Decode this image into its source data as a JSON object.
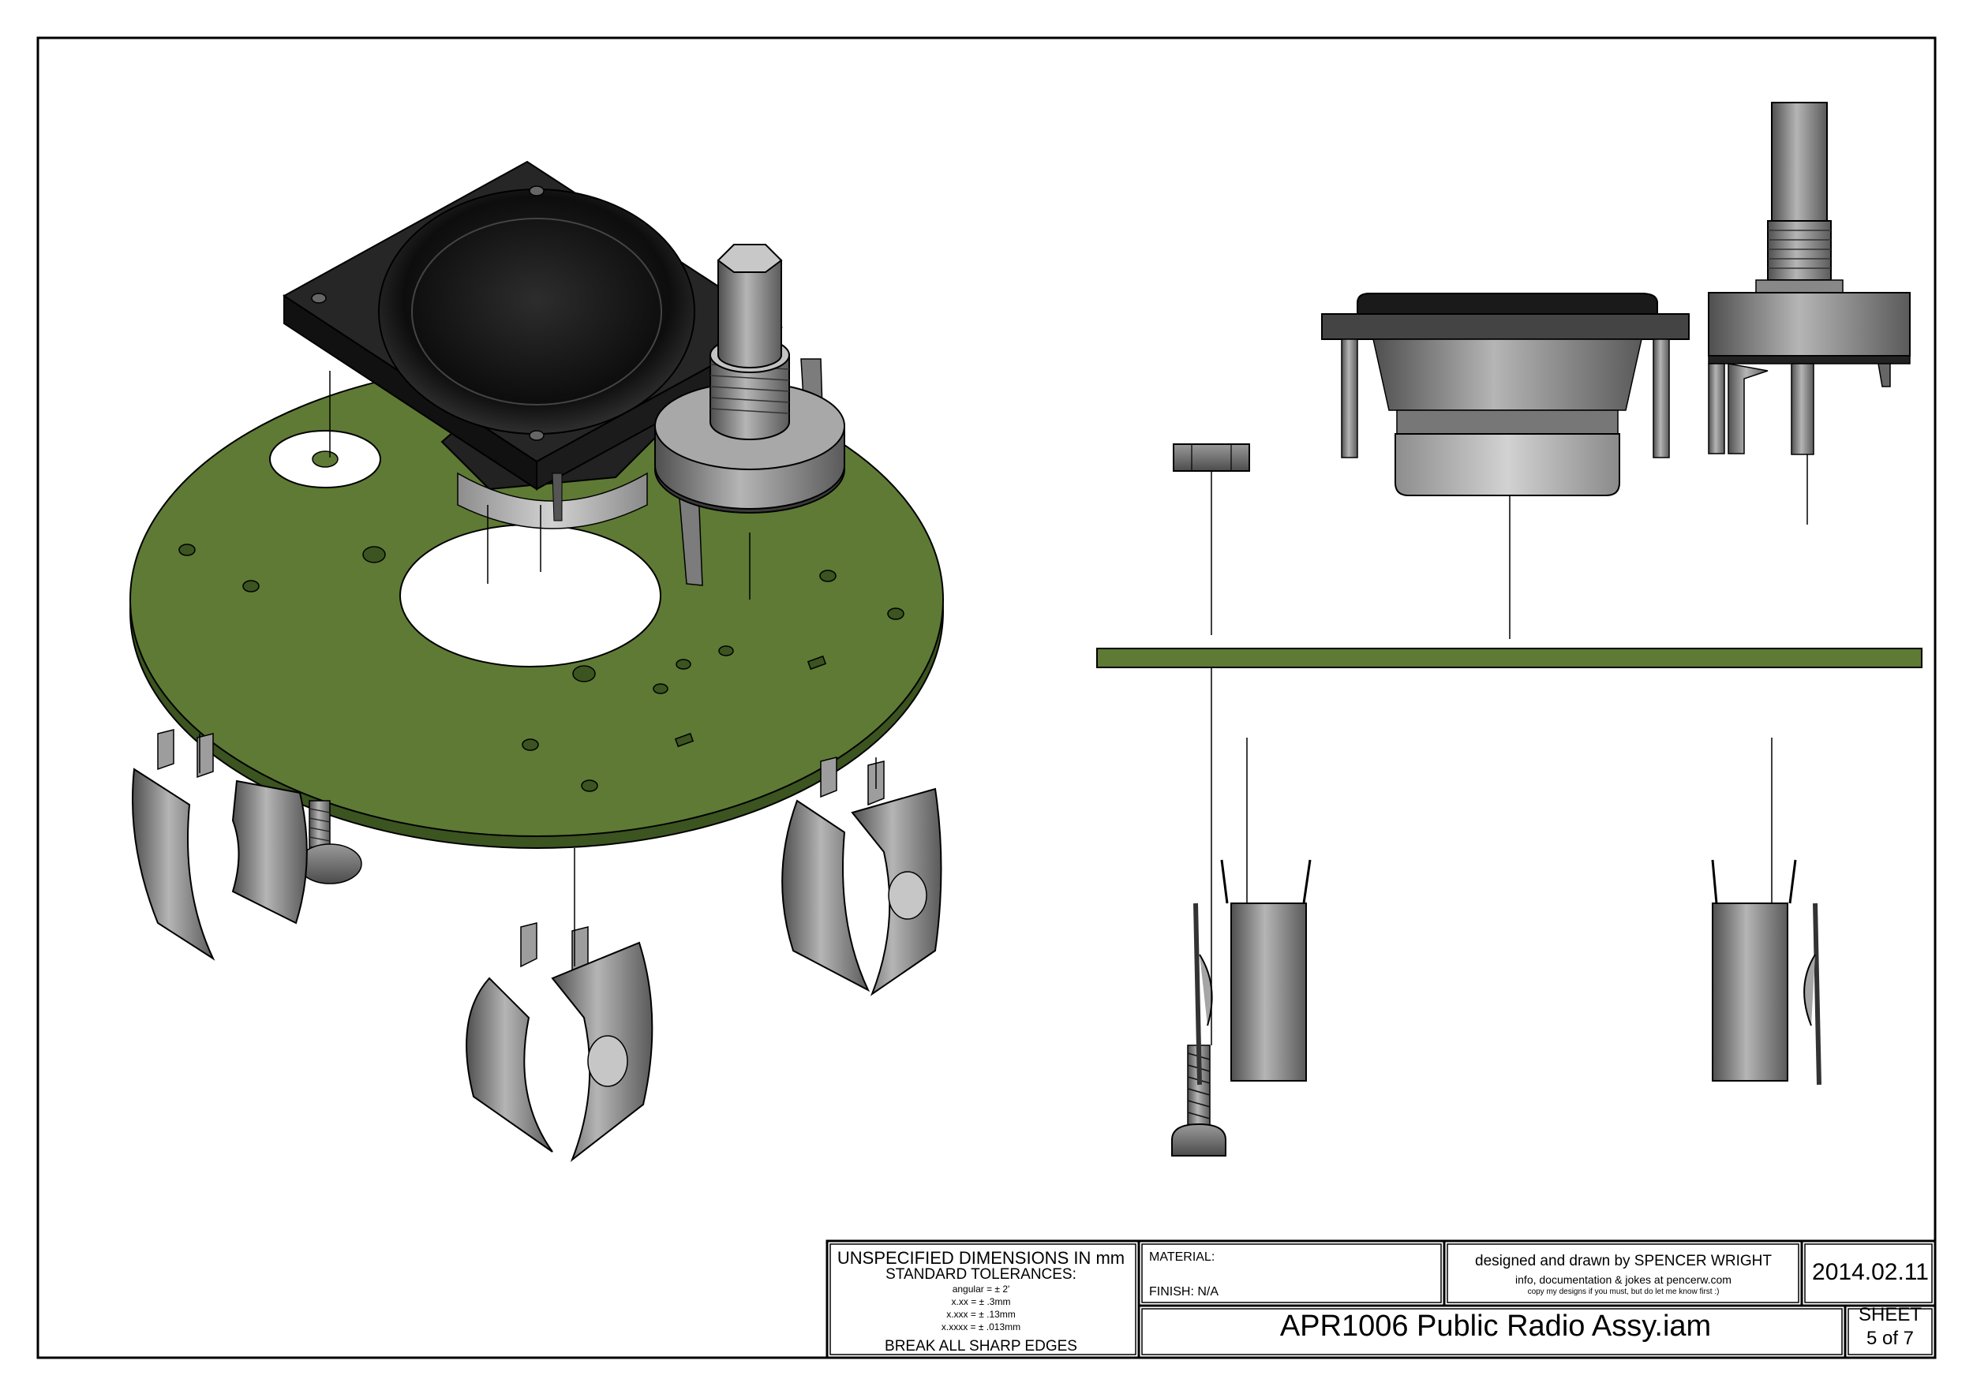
{
  "title_block": {
    "dims_title": "UNSPECIFIED DIMENSIONS IN mm",
    "std_tolerances": "STANDARD TOLERANCES:",
    "tolerances": [
      "angular = ± 2'",
      "x.xx = ± .3mm",
      "x.xxx = ± .13mm",
      "x.xxxx = ± .013mm"
    ],
    "break_edges": "BREAK ALL SHARP EDGES",
    "material": "MATERIAL:",
    "finish": "FINISH: N/A",
    "designer": "designed and drawn by SPENCER WRIGHT",
    "info": "info, documentation & jokes at pencerw.com",
    "copy_note": "copy my designs if you must, but do let me know first :)",
    "date": "2014.02.11",
    "part_name": "APR1006 Public Radio Assy.iam",
    "sheet_label": "SHEET",
    "sheet_num": "5  of 7"
  },
  "colors": {
    "pcb": "#5e7a34",
    "pcb_edge": "#3c5420",
    "speaker": "#1a1a1a",
    "metal": "#7c7c7c",
    "metal_dark": "#4a4a4a",
    "metal_light": "#b9b9b9",
    "line": "#000000"
  }
}
